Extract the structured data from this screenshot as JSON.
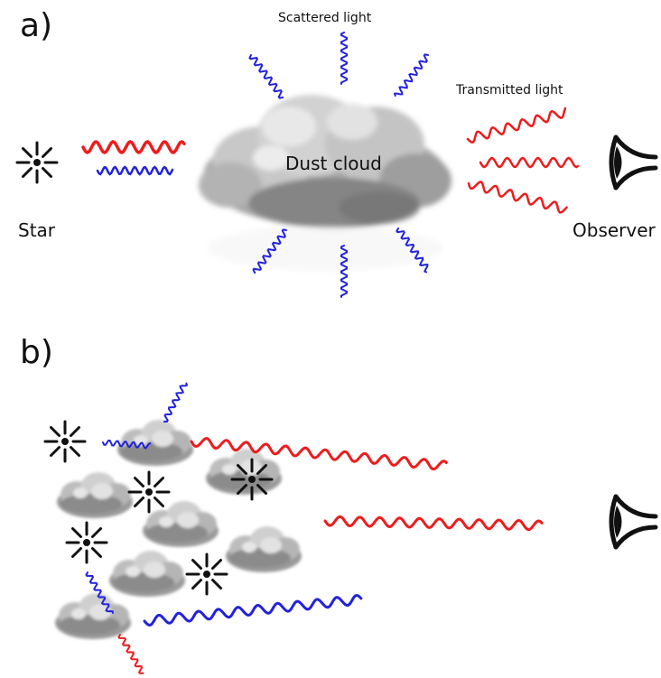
{
  "panel_a": {
    "label": "a)",
    "scattered_label": "Scattered light",
    "transmitted_label": "Transmitted light",
    "cloud_label": "Dust cloud",
    "star_label": "Star",
    "observer_label": "Observer"
  },
  "panel_b": {
    "label": "b)"
  },
  "colors": {
    "red_light": "#ee1c1c",
    "blue_light": "#2222dd",
    "cloud_dark": "#8a8a8a",
    "cloud_light": "#d8d8d8",
    "ink": "#111111"
  },
  "icons": [
    "star-icon",
    "eye-icon",
    "cloud-icon"
  ]
}
